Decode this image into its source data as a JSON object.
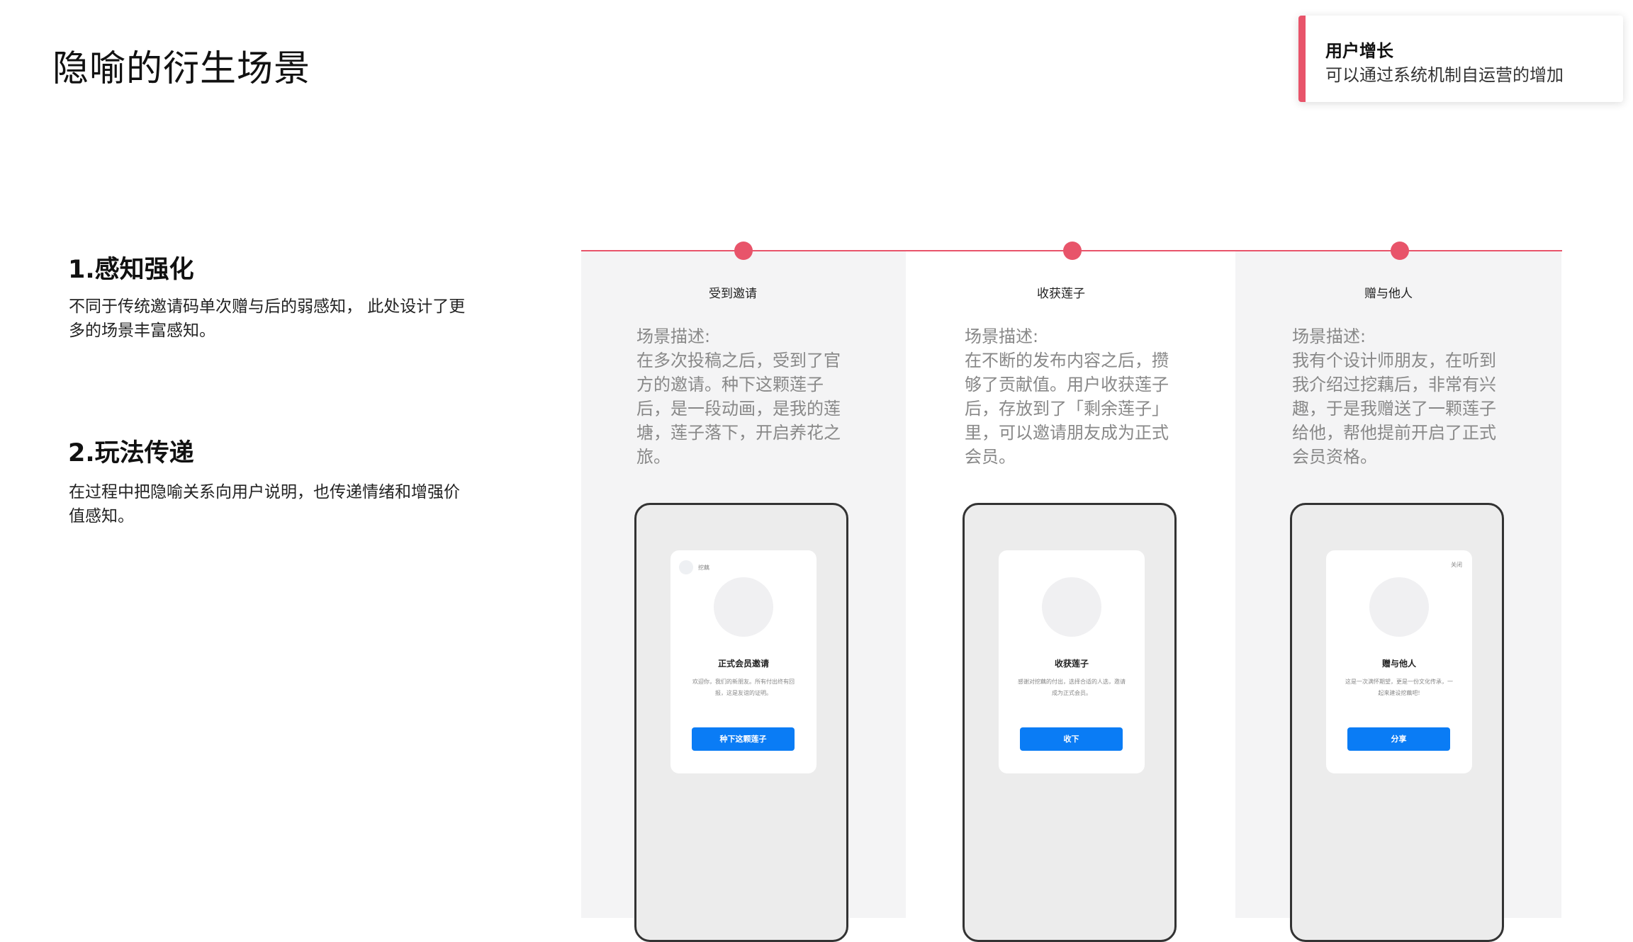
{
  "page": {
    "title": "隐喻的衍生场景"
  },
  "tag": {
    "title": "用户增长",
    "subtitle": "可以通过系统机制自运营的增加"
  },
  "sections": [
    {
      "title": "1.感知强化",
      "desc": "不同于传统邀请码单次赠与后的弱感知， 此处设计了更多的场景丰富感知。"
    },
    {
      "title": "2.玩法传递",
      "desc": "在过程中把隐喻关系向用户说明，也传递情绪和增强价值感知。"
    }
  ],
  "steps": [
    {
      "label": "受到邀请",
      "scene": "场景描述:\n在多次投稿之后，受到了官方的邀请。种下这颗莲子后，是一段动画，是我的莲塘，莲子落下，开启养花之旅。",
      "modal": {
        "brand": "挖藕",
        "title": "正式会员邀请",
        "desc": "欢迎你，我们的新朋友。所有付出终有回报，这是友谊的证明。",
        "button": "种下这颗莲子"
      }
    },
    {
      "label": "收获莲子",
      "scene": "场景描述:\n在不断的发布内容之后，攒够了贡献值。用户收获莲子后，存放到了「剩余莲子」里，可以邀请朋友成为正式会员。",
      "modal": {
        "title": "收获莲子",
        "desc": "感谢对挖藕的付出，选择合适的人选，邀请成为正式会员。",
        "button": "收下"
      }
    },
    {
      "label": "赠与他人",
      "scene": "场景描述:\n我有个设计师朋友，在听到我介绍过挖藕后，非常有兴趣，于是我赠送了一颗莲子给他，帮他提前开启了正式会员资格。",
      "modal": {
        "close": "关闭",
        "title": "赠与他人",
        "desc": "这是一次满怀期望，更是一份文化传承，一起来建设挖藕吧!",
        "button": "分享"
      }
    }
  ],
  "colors": {
    "accent": "#e8546a",
    "primary_button": "#0a7cf5",
    "column_bg": "#f4f4f5"
  }
}
